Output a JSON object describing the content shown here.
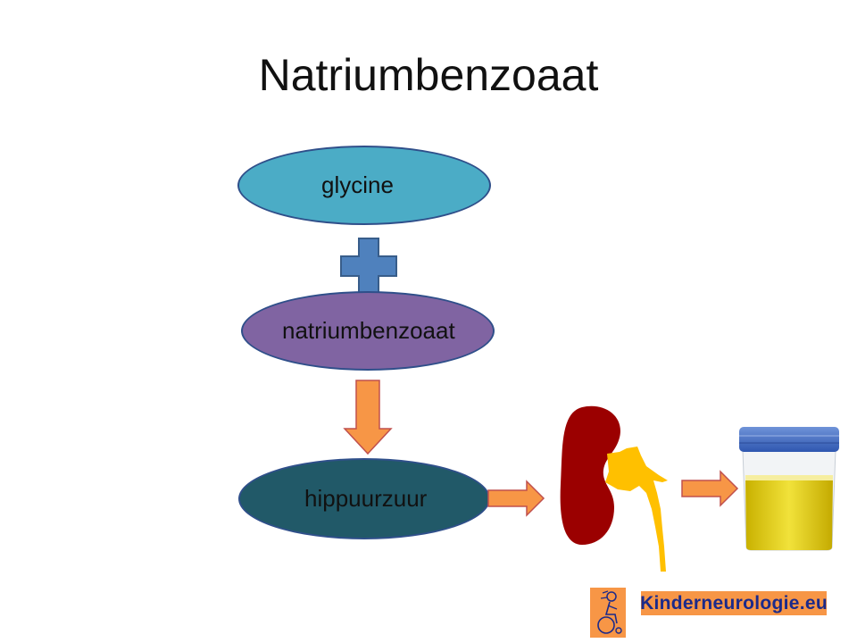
{
  "title": "Natriumbenzoaat",
  "nodes": {
    "glycine": "glycine",
    "natriumbenzoaat": "natriumbenzoaat",
    "hippuurzuur": "hippuurzuur"
  },
  "logo": {
    "text": "Kinderneurologie.eu"
  },
  "colors": {
    "glycine": "#4bacc6",
    "natriumbenzoaat": "#8064a2",
    "hippuurzuur": "#215968",
    "plus": "#4f81bd",
    "arrow": "#f79646",
    "kidney": "#9b0000",
    "ureter": "#ffc000",
    "urine": "#e6d21f",
    "lid": "#4472c4"
  }
}
